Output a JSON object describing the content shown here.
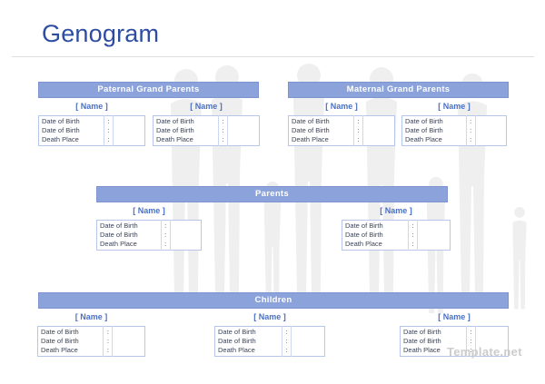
{
  "page": {
    "title": "Genogram",
    "watermark": "Template.net"
  },
  "labels": {
    "name": "[ Name ]",
    "colon": ":"
  },
  "fields": [
    "Date of Birth",
    "Date of Birth",
    "Death Place"
  ],
  "sections": {
    "paternal": {
      "title": "Paternal Grand Parents"
    },
    "maternal": {
      "title": "Maternal Grand Parents"
    },
    "parents": {
      "title": "Parents"
    },
    "children": {
      "title": "Children"
    }
  },
  "colors": {
    "title_text": "#2d4da2",
    "section_bar": "#8ba2db",
    "section_bar_border": "#7e94d0",
    "name_label": "#4a70c4",
    "table_border": "#b6c5e8",
    "field_text": "#3d4457",
    "watermark": "#cccccc",
    "silhouette": "#efefef"
  }
}
